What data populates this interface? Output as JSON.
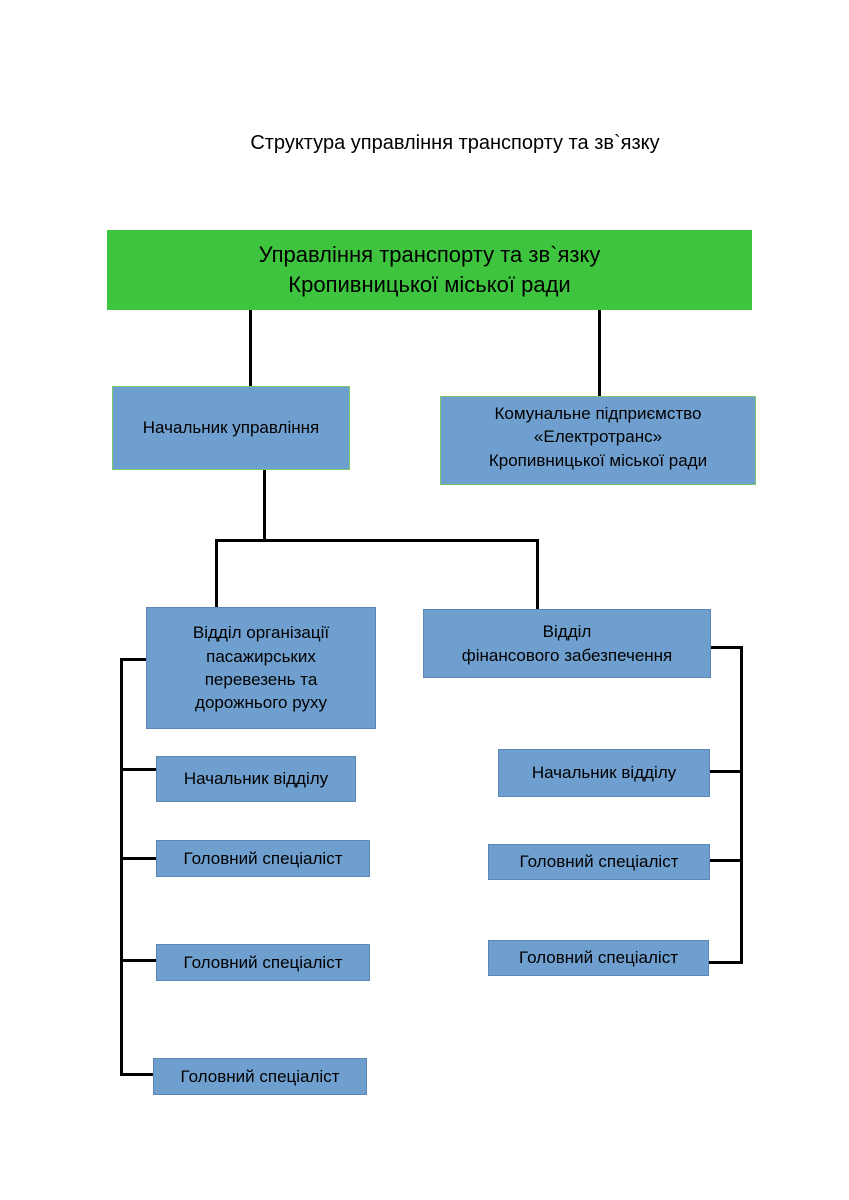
{
  "title": "Структура управління транспорту та зв`язку",
  "root": {
    "line1": "Управління транспорту та зв`язку",
    "line2": "Кропивницької міської ради"
  },
  "head": {
    "label": "Начальник управління"
  },
  "enterprise": {
    "line1": "Комунальне підприємство",
    "line2": "«Електротранс»",
    "line3": "Кропивницької міської ради"
  },
  "dept_transport": {
    "line1": "Відділ організації",
    "line2": "пасажирських",
    "line3": "перевезень та",
    "line4": "дорожнього руху",
    "staff": [
      "Начальник відділу",
      "Головний спеціаліст",
      "Головний спеціаліст",
      "Головний спеціаліст"
    ]
  },
  "dept_finance": {
    "line1": "Відділ",
    "line2": "фінансового забезпечення",
    "staff": [
      "Начальник відділу",
      "Головний спеціаліст",
      "Головний спеціаліст"
    ]
  },
  "colors": {
    "root_fill": "#3ec43e",
    "box_fill": "#6f9fce",
    "connector": "#000000"
  }
}
